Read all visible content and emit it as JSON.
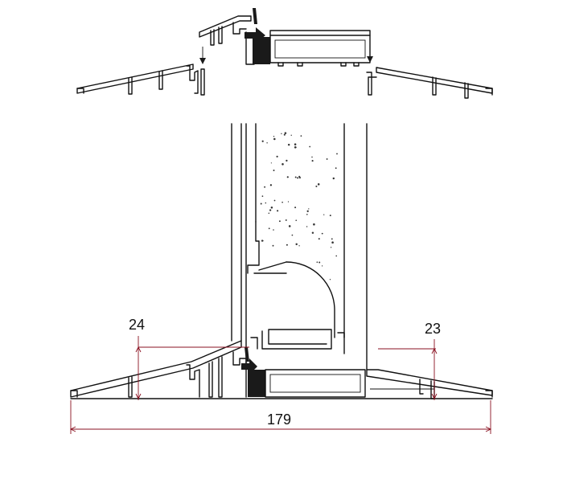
{
  "dimensions": {
    "left_height": "24",
    "right_height": "23",
    "total_width": "179"
  },
  "colors": {
    "line": "#111111",
    "dimension_line": "#8a1020",
    "seal": "#1a1a1a"
  },
  "icons": [
    "arrow-down-icon",
    "arrow-push-icon"
  ]
}
